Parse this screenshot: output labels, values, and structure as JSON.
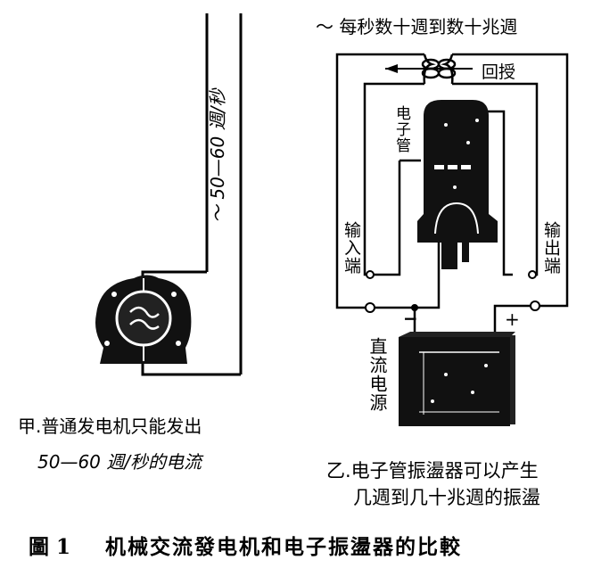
{
  "figure": {
    "caption_label": "圖 1",
    "caption_text": "机械交流發电机和电子振盪器的比較"
  },
  "left_panel": {
    "wire_label": "～ 50—60 週/秒",
    "caption_line1": "甲.普通发电机只能发出",
    "caption_line2": "50—60 週/秒的电流",
    "icons": [
      "generator-icon"
    ]
  },
  "right_panel": {
    "top_label": "～ 每秒数十週到数十兆週",
    "feedback_label": "回授",
    "tube_label": "电子管",
    "input_label": "输入端",
    "output_label": "输出端",
    "power_label": "直流电源",
    "minus_sign": "−",
    "plus_sign": "+",
    "caption_line1": "乙.电子管振盪器可以产生",
    "caption_line2": "几週到几十兆週的振盪",
    "icons": [
      "vacuum-tube-icon",
      "battery-icon",
      "coil-icon",
      "arrow-left-icon"
    ]
  },
  "colors": {
    "ink": "#000000",
    "paper": "#ffffff"
  }
}
